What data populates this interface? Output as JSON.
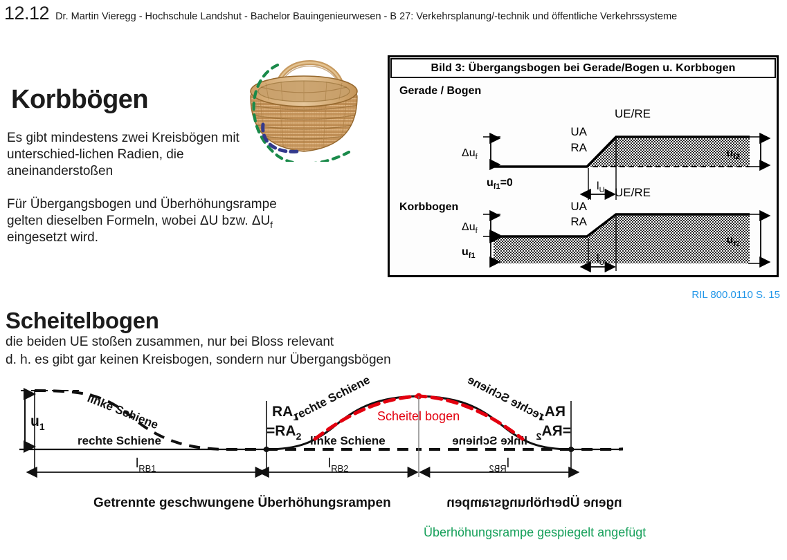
{
  "header": {
    "slide_number": "12.12",
    "subtitle": "Dr. Martin Vieregg - Hochschule Landshut - Bachelor Bauingenieurwesen - B 27: Verkehrsplanung/-technik und öffentliche Verkehrssysteme"
  },
  "sections": {
    "korbbogen": {
      "title": "Korbbögen",
      "paragraph_1": "Es gibt mindestens zwei Kreisbögen mit unterschied-lichen Radien, die aneinanderstoßen",
      "paragraph_2_line1": "Für Übergangsbogen und Überhöhungsrampe",
      "paragraph_2_line2_a": "gelten dieselben Formeln, wobei ΔU bzw. ΔU",
      "paragraph_2_line2_sub": "f",
      "paragraph_2_line3": "eingesetzt wird."
    },
    "scheitelbogen": {
      "title": "Scheitelbogen",
      "line_1": "die beiden UE stoßen zusammen, nur bei Bloss relevant",
      "line_2": "d. h. es gibt gar keinen Kreisbogen, sondern nur Übergangsbögen"
    }
  },
  "basket_image": {
    "alt": "Weidenkorb mit zwei eingezeichneten Kreisbögen unterschiedlicher Radien",
    "arc_large_color": "#1a8a4a",
    "arc_small_color": "#343a8c"
  },
  "figure_bild3": {
    "title": "Bild 3: Übergangsbogen bei Gerade/Bogen u. Korbbogen",
    "panels": [
      {
        "name": "Gerade / Bogen",
        "label": "Gerade / Bogen",
        "labels": {
          "top_marker": "UE/RE",
          "ramp_start_upper": "UA",
          "ramp_start_lower": "RA",
          "delta": "Δu",
          "delta_sub": "f",
          "base_level": "u",
          "base_level_sub": "f1",
          "base_level_value": "=0",
          "length": "l",
          "length_sub": "U",
          "final_level": "u",
          "final_level_sub": "f2"
        }
      },
      {
        "name": "Korbbogen",
        "label": "Korbbogen",
        "labels": {
          "top_marker": "UE/RE",
          "ramp_start_upper": "UA",
          "ramp_start_lower": "RA",
          "delta": "Δu",
          "delta_sub": "f",
          "base_level": "u",
          "base_level_sub": "f1",
          "length": "l",
          "length_sub": "U",
          "final_level": "u",
          "final_level_sub": "f2"
        }
      }
    ]
  },
  "citation": {
    "text": "RIL 800.0110 S. 15",
    "color": "#2196e8"
  },
  "bottom_figure": {
    "labels": {
      "height": "u",
      "height_sub": "1",
      "rail_right": "rechte Schiene",
      "rail_left": "linke Schiene",
      "ra_top": "RA",
      "ra_top_sub": "1",
      "ra_bottom": "=RA",
      "ra_bottom_sub": "2",
      "len_1": "l",
      "len_1_sub": "RB1",
      "len_2": "l",
      "len_2_sub": "RB2",
      "scheitel_label": "Scheitel bogen",
      "scheitel_color": "#e3000f",
      "caption": "Getrennte geschwungene Überhöhungsrampen",
      "caption_mirrored_fragment": "ne Überhöhungsrampen"
    }
  },
  "annotation_green": {
    "text": "Überhöhungsrampe gespiegelt angefügt",
    "color": "#16a05a"
  }
}
